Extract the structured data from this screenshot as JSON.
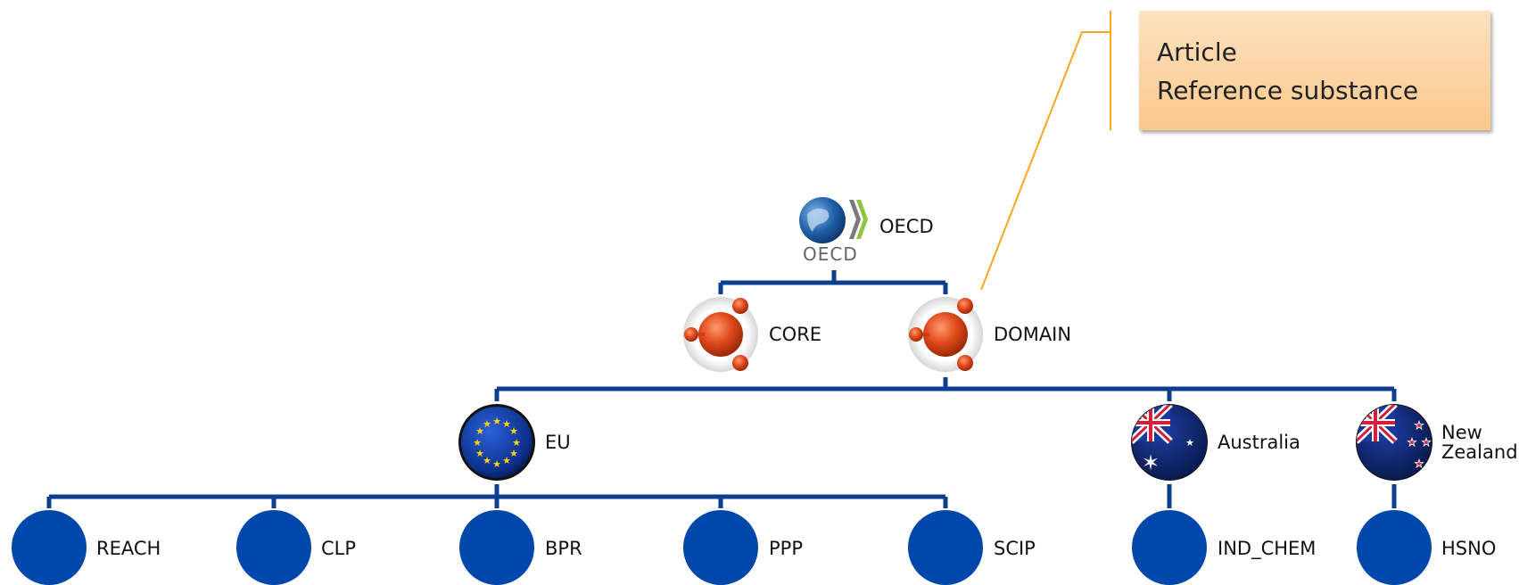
{
  "nodes": {
    "oecd": {
      "label": "OECD",
      "logo_text": "OECD",
      "icon": "oecd-globe-logo-icon"
    },
    "core": {
      "label": "CORE",
      "icon": "molecule-icon"
    },
    "domain": {
      "label": "DOMAIN",
      "icon": "molecule-icon"
    },
    "eu": {
      "label": "EU",
      "icon": "eu-flag-icon"
    },
    "australia": {
      "label": "Australia",
      "icon": "australia-flag-icon"
    },
    "new_zealand": {
      "label": "New Zealand",
      "icon": "new-zealand-flag-icon"
    },
    "reach": {
      "label": "REACH",
      "icon": "blue-circle-icon"
    },
    "clp": {
      "label": "CLP",
      "icon": "blue-circle-icon"
    },
    "bpr": {
      "label": "BPR",
      "icon": "blue-circle-icon"
    },
    "ppp": {
      "label": "PPP",
      "icon": "blue-circle-icon"
    },
    "scip": {
      "label": "SCIP",
      "icon": "blue-circle-icon"
    },
    "ind_chem": {
      "label": "IND_CHEM",
      "icon": "blue-circle-icon"
    },
    "hsno": {
      "label": "HSNO",
      "icon": "blue-circle-icon"
    }
  },
  "callout": {
    "lines": [
      "Article",
      "Reference substance"
    ]
  },
  "colors": {
    "tree_line": "#0b3d91",
    "leaf_circle": "#0047ab",
    "callout_line": "#f5a623",
    "molecule": "#e0481a"
  }
}
